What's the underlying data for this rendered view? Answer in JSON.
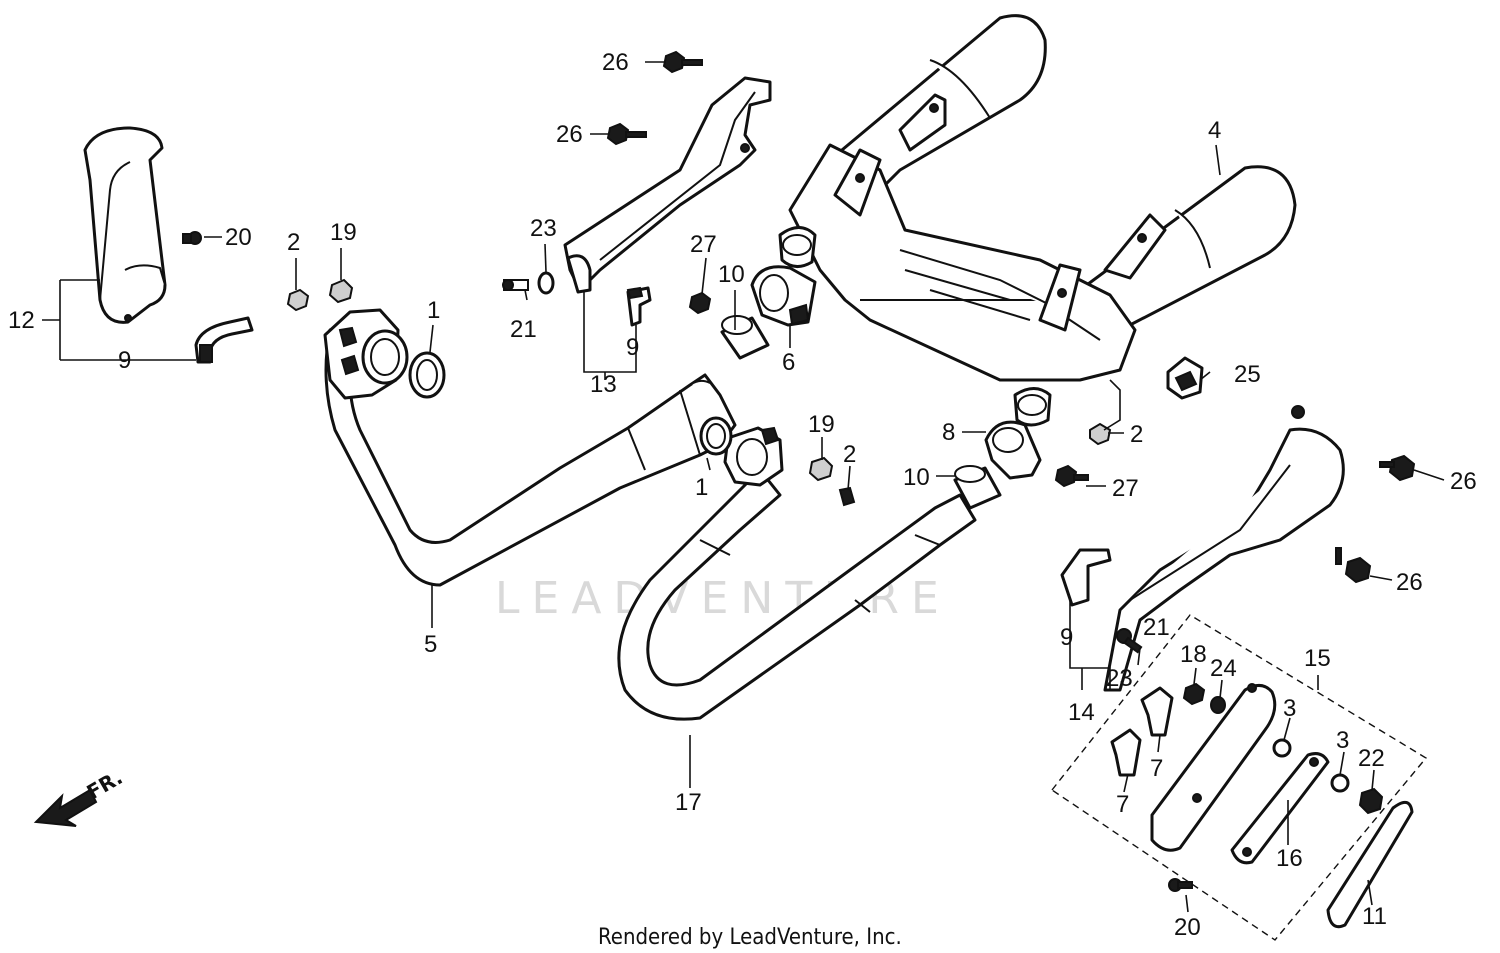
{
  "watermark": "LEADVENTURE",
  "footer": "Rendered by LeadVenture, Inc.",
  "direction_label": "FR.",
  "callouts": {
    "c1a": "1",
    "c1b": "1",
    "c2a": "2",
    "c2b": "2",
    "c2c": "2",
    "c3a": "3",
    "c3b": "3",
    "c4": "4",
    "c5": "5",
    "c6": "6",
    "c7a": "7",
    "c7b": "7",
    "c8": "8",
    "c9a": "9",
    "c9b": "9",
    "c9c": "9",
    "c10a": "10",
    "c10b": "10",
    "c11": "11",
    "c12": "12",
    "c13": "13",
    "c14": "14",
    "c15": "15",
    "c16": "16",
    "c17": "17",
    "c18": "18",
    "c19a": "19",
    "c19b": "19",
    "c20a": "20",
    "c20b": "20",
    "c21a": "21",
    "c21b": "21",
    "c22": "22",
    "c23a": "23",
    "c23b": "23",
    "c24": "24",
    "c25": "25",
    "c26a": "26",
    "c26b": "26",
    "c26c": "26",
    "c26d": "26",
    "c27a": "27",
    "c27b": "27"
  }
}
